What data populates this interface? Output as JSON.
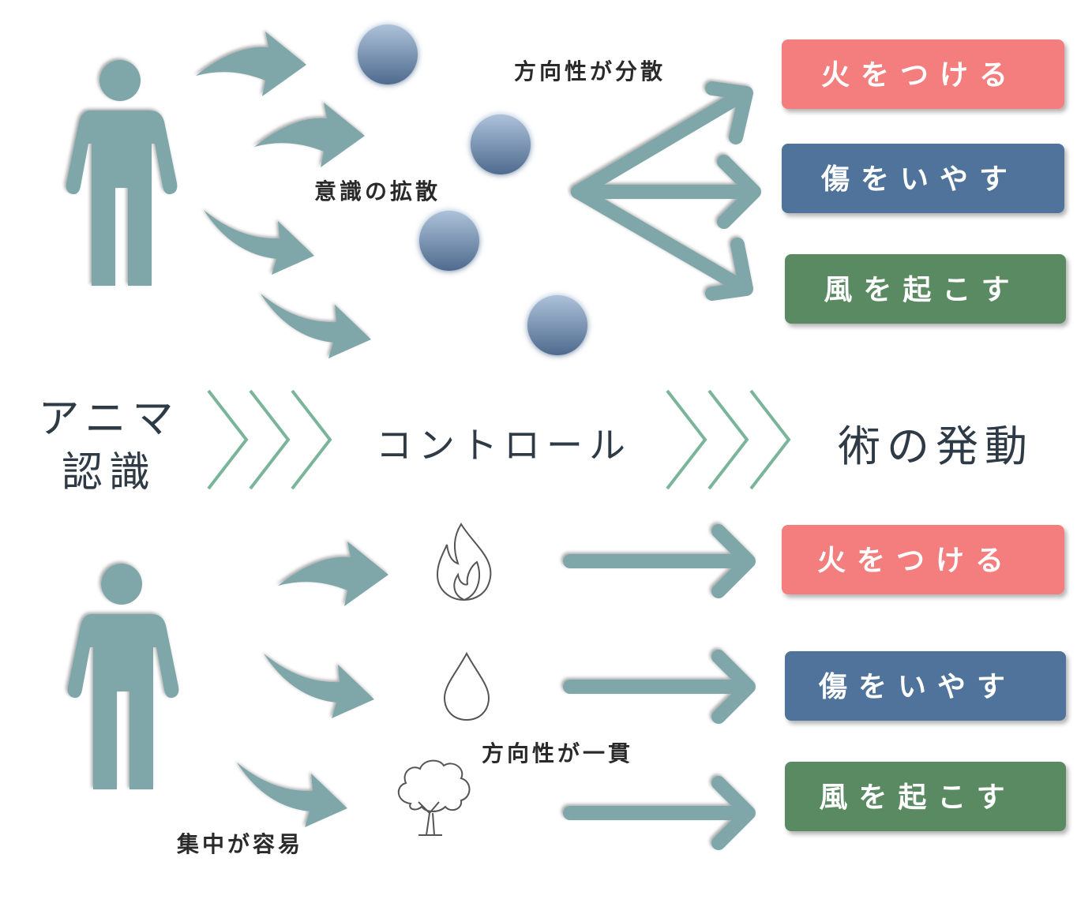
{
  "colors": {
    "figure": "#7fa6a8",
    "arrow": "#7fa6a8",
    "chevron": "#7ab59a",
    "fire_button": "#f47e7e",
    "heal_button": "#50739a",
    "wind_button": "#5a8a62",
    "orb_top": "#a9bed6",
    "orb_bottom": "#4e6a8d"
  },
  "top": {
    "label_scatter": "意識の拡散",
    "label_direction": "方向性が分散",
    "buttons": [
      "火をつける",
      "傷をいやす",
      "風を起こす"
    ]
  },
  "middle": {
    "anima_line1": "アニマ",
    "anima_line2": "認識",
    "control": "コントロール",
    "activation": "術の発動"
  },
  "bottom": {
    "label_focus": "集中が容易",
    "label_direction": "方向性が一貫",
    "icons": [
      "fire-icon",
      "water-drop-icon",
      "tree-icon"
    ],
    "buttons": [
      "火をつける",
      "傷をいやす",
      "風を起こす"
    ]
  }
}
